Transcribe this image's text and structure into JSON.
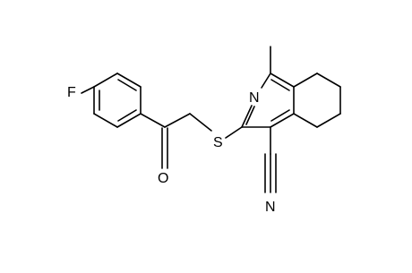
{
  "molecule": {
    "atom_labels": {
      "fluorine": "F",
      "oxygen": "O",
      "sulfur": "S",
      "ring_nitrogen": "N",
      "nitrile_nitrogen": "N"
    },
    "line_color": "#000000",
    "background": "#ffffff"
  }
}
